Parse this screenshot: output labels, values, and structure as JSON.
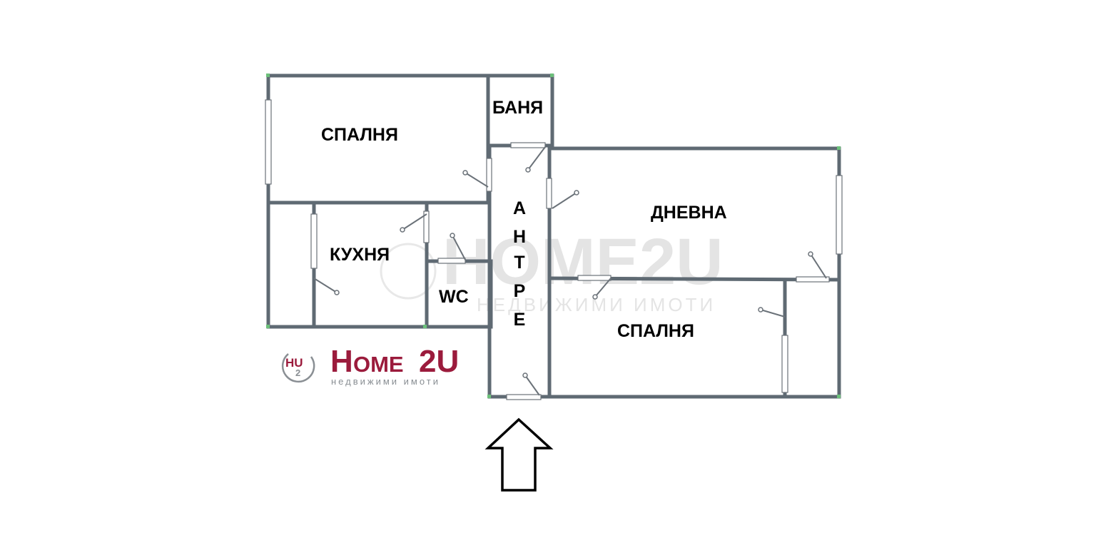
{
  "rooms": {
    "bedroom_top": "СПАЛНЯ",
    "bathroom": "БАНЯ",
    "living_room": "ДНЕВНА",
    "kitchen": "КУХНЯ",
    "wc": "WC",
    "hall_letters": [
      "А",
      "Н",
      "Т",
      "Р",
      "Е"
    ],
    "bedroom_bottom": "СПАЛНЯ"
  },
  "logo": {
    "badge_top": "HU",
    "badge_bottom": "2",
    "brand_h": "H",
    "brand_ome": "OME",
    "brand_2u": "2U",
    "tagline": "недвижими имоти"
  },
  "watermark": {
    "brand": "HOME2U",
    "tagline": "НЕДВИЖИМИ ИМОТИ"
  },
  "colors": {
    "wall": "#5f6a73",
    "brand": "#9b1b3c",
    "brand_grey": "#8a8f94",
    "corner_marker": "#6cc07a"
  },
  "icons": {
    "entrance": "entrance-arrow-icon"
  }
}
